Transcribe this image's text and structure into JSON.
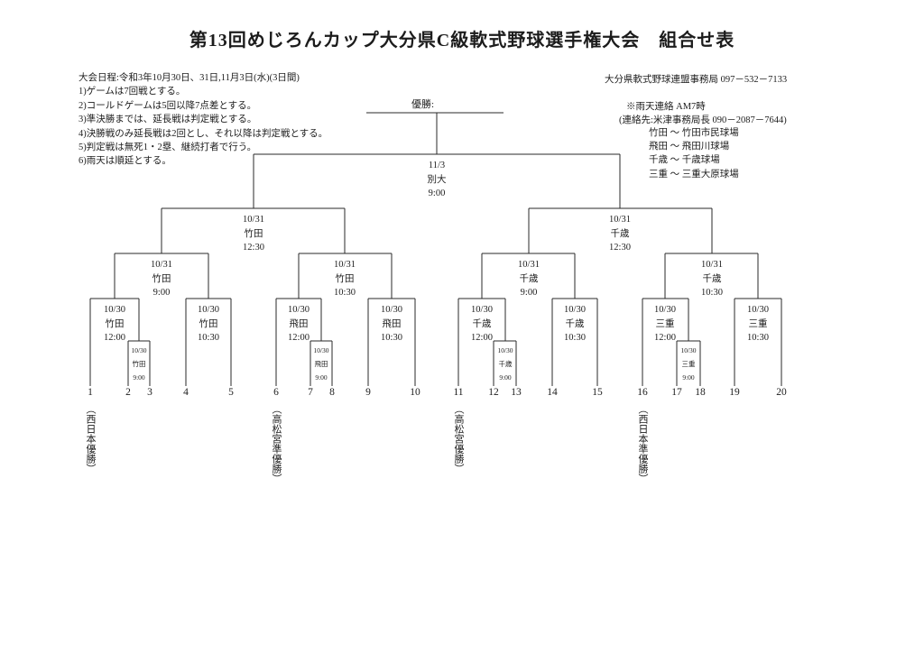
{
  "title": "第13回めじろんカップ大分県C級軟式野球選手権大会　組合せ表",
  "header_left": {
    "schedule": "大会日程:令和3年10月30日、31日,11月3日(水)(3日間)",
    "rules": [
      "1)ゲームは7回戦とする。",
      "2)コールドゲームは5回以降7点差とする。",
      "3)準決勝までは、延長戦は判定戦とする。",
      "4)決勝戦のみ延長戦は2回とし、それ以降は判定戦とする。",
      "5)判定戦は無死1・2塁、継続打者で行う。",
      "6)雨天は順延とする。"
    ]
  },
  "header_right": {
    "office": "大分県軟式野球連盟事務局  097－532－7133",
    "rain_notice": "※雨天連絡  AM7時",
    "contact": "(連絡先:米津事務局長  090－2087－7644)",
    "venues": [
      "竹田 ～ 竹田市民球場",
      "飛田 ～ 飛田川球場",
      "千歳 ～ 千歳球場",
      "三重 ～ 三重大原球場"
    ]
  },
  "champion_label": "優勝:",
  "matches": {
    "final": {
      "date": "11/3",
      "venue": "別大",
      "time": "9:00"
    },
    "sl": {
      "date": "10/31",
      "venue": "竹田",
      "time": "12:30"
    },
    "sr": {
      "date": "10/31",
      "venue": "千歳",
      "time": "12:30"
    },
    "qf1": {
      "date": "10/31",
      "venue": "竹田",
      "time": "9:00"
    },
    "qf2": {
      "date": "10/31",
      "venue": "竹田",
      "time": "10:30"
    },
    "qf3": {
      "date": "10/31",
      "venue": "千歳",
      "time": "9:00"
    },
    "qf4": {
      "date": "10/31",
      "venue": "千歳",
      "time": "10:30"
    },
    "r1": {
      "date": "10/30",
      "venue": "竹田",
      "time": "12:00"
    },
    "r2": {
      "date": "10/30",
      "venue": "竹田",
      "time": "10:30"
    },
    "r3": {
      "date": "10/30",
      "venue": "飛田",
      "time": "12:00"
    },
    "r4": {
      "date": "10/30",
      "venue": "飛田",
      "time": "10:30"
    },
    "r5": {
      "date": "10/30",
      "venue": "千歳",
      "time": "12:00"
    },
    "r6": {
      "date": "10/30",
      "venue": "千歳",
      "time": "10:30"
    },
    "r7": {
      "date": "10/30",
      "venue": "三重",
      "time": "12:00"
    },
    "r8": {
      "date": "10/30",
      "venue": "三重",
      "time": "10:30"
    },
    "p1": {
      "date": "10/30",
      "venue": "竹田",
      "time": "9:00"
    },
    "p2": {
      "date": "10/30",
      "venue": "飛田",
      "time": "9:00"
    },
    "p3": {
      "date": "10/30",
      "venue": "千歳",
      "time": "9:00"
    },
    "p4": {
      "date": "10/30",
      "venue": "三重",
      "time": "9:00"
    }
  },
  "seeds": [
    "1",
    "2",
    "3",
    "4",
    "5",
    "6",
    "7",
    "8",
    "9",
    "10",
    "11",
    "12",
    "13",
    "14",
    "15",
    "16",
    "17",
    "18",
    "19",
    "20"
  ],
  "seed_notes": {
    "s1": "（西日本優勝）",
    "s6": "（高松宮準優勝）",
    "s11": "（高松宮優勝）",
    "s16": "（西日本準優勝）"
  }
}
